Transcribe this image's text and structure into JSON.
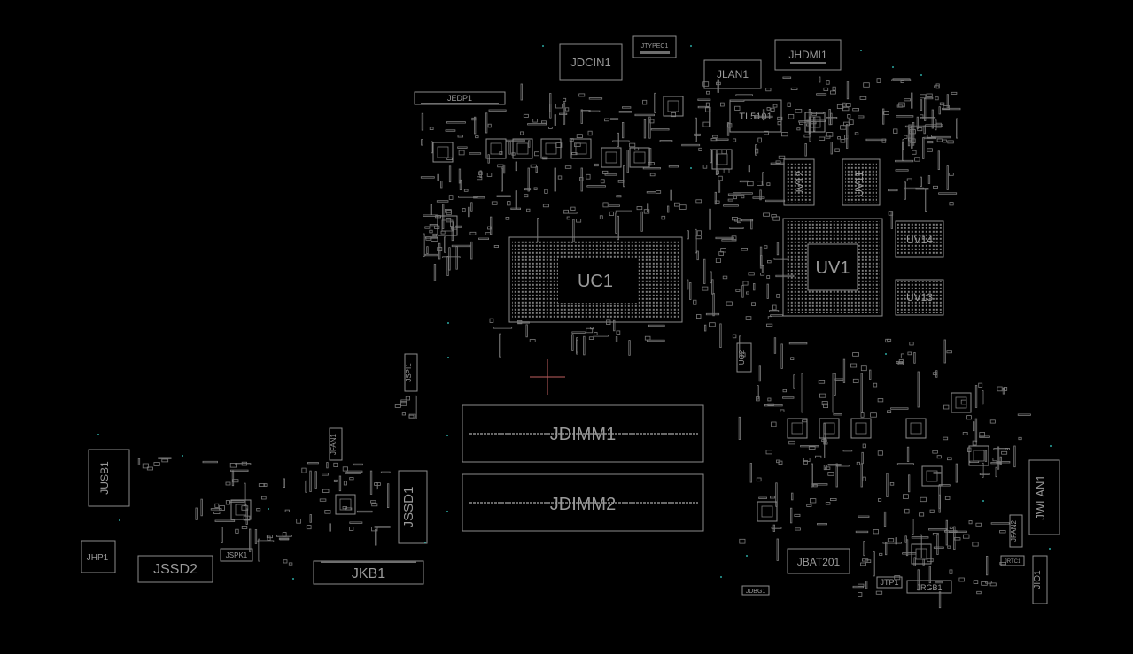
{
  "components": {
    "jdcin1": "JDCIN1",
    "jtypec1": "JTYPEC1",
    "jhdmi1": "JHDMI1",
    "jlan1": "JLAN1",
    "jedp1": "JEDP1",
    "tl5101": "TL5101",
    "uv12": "UV12",
    "uv11": "UV11",
    "uv14": "UV14",
    "uv13": "UV13",
    "uv1": "UV1",
    "uc1": "UC1",
    "ug2": "UG2",
    "jspi1": "JSPI1",
    "jdimm1": "JDIMM1",
    "jdimm2": "JDIMM2",
    "jfan1": "JFAN1",
    "jusb1": "JUSB1",
    "jssd1": "JSSD1",
    "jhp1": "JHP1",
    "jssd2": "JSSD2",
    "jspk1": "JSPK1",
    "jkb1": "JKB1",
    "jbat201": "JBAT201",
    "jtp1": "JTP1",
    "jrgb1": "JRGB1",
    "jdbg1": "JDBG1",
    "jwlan1": "JWLAN1",
    "jfan2": "JFAN2",
    "jrtc1": "JRTC1",
    "jio1": "JIO1"
  },
  "colors": {
    "background": "#000000",
    "outline": "#8c8c8c",
    "label": "#9a9a9a",
    "cursor": "#c06060",
    "via": "#2aa7a0"
  },
  "icons": {
    "cursor": "crosshair-icon"
  }
}
